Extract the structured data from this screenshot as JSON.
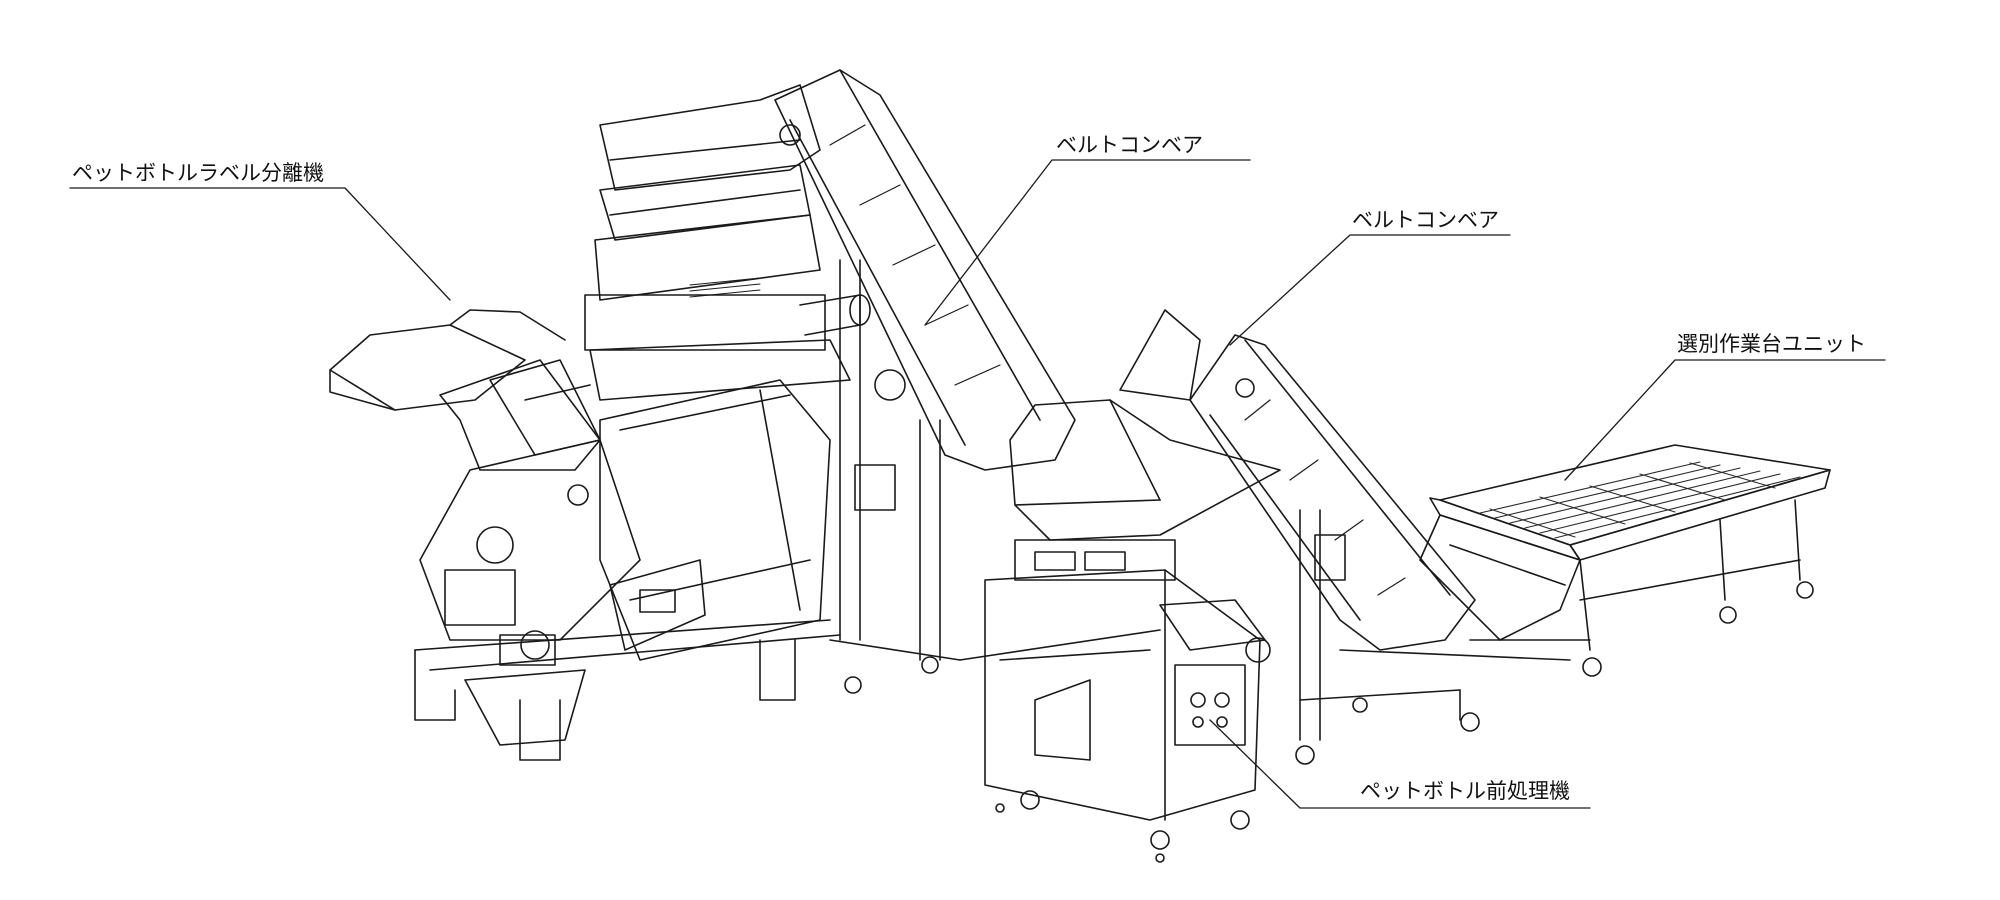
{
  "labels": {
    "separator": "ペットボトルラベル分離機",
    "conveyor_1": "ベルトコンベア",
    "conveyor_2": "ベルトコンベア",
    "sorting_unit": "選別作業台ユニット",
    "pretreatment": "ペットボトル前処理機"
  },
  "colors": {
    "line": "#1a1a1a",
    "background": "#ffffff",
    "mesh": "#2a2a2a"
  }
}
